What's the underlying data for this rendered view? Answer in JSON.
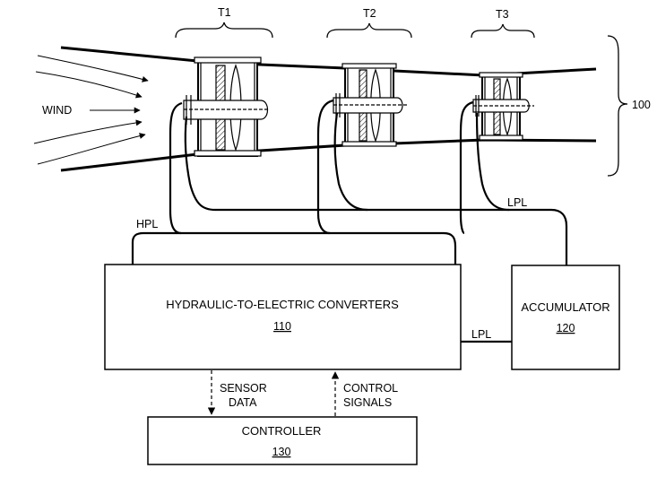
{
  "turbines": [
    {
      "label": "T1"
    },
    {
      "label": "T2"
    },
    {
      "label": "T3"
    }
  ],
  "wind_label": "WIND",
  "system_ref": "100",
  "line_labels": {
    "hpl": "HPL",
    "lpl_top": "LPL",
    "lpl_mid": "LPL"
  },
  "blocks": {
    "converters": {
      "title": "HYDRAULIC-TO-ELECTRIC CONVERTERS",
      "ref": "110"
    },
    "accumulator": {
      "title": "ACCUMULATOR",
      "ref": "120"
    },
    "controller": {
      "title": "CONTROLLER",
      "ref": "130"
    }
  },
  "signals": {
    "sensor": [
      "SENSOR",
      "DATA"
    ],
    "control": [
      "CONTROL",
      "SIGNALS"
    ]
  }
}
